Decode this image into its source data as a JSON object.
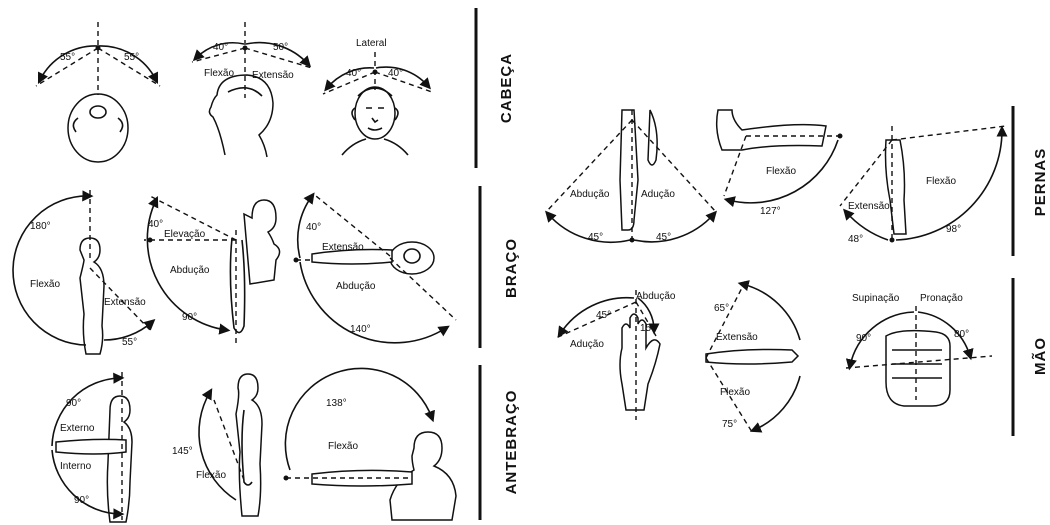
{
  "sections": {
    "cabeca": "CABEÇA",
    "braco": "BRAÇO",
    "antebraco": "ANTEBRAÇO",
    "pernas": "PERNAS",
    "mao": "MÃO"
  },
  "cabeca": {
    "top_left": "55°",
    "top_right": "55°",
    "side_left": "40°",
    "side_right": "50°",
    "flexao": "Flexão",
    "extensao": "Extensão",
    "lateral": "Lateral",
    "front_left": "40°",
    "front_right": "40°"
  },
  "braco": {
    "a180": "180°",
    "flexao": "Flexão",
    "extensao": "Extensão",
    "a55": "55°",
    "a40_elev": "40°",
    "elevacao": "Elevação",
    "abducao": "Abdução",
    "a90": "90°",
    "a40_ext": "40°",
    "extensao2": "Extensão",
    "abducao2": "Abdução",
    "a140": "140°"
  },
  "antebraco": {
    "a90_top": "90°",
    "externo": "Externo",
    "interno": "Interno",
    "a90_bot": "90°",
    "a145": "145°",
    "flexao": "Flexão",
    "a138": "138°",
    "flexao2": "Flexão"
  },
  "pernas": {
    "abducao": "Abdução",
    "aducao": "Adução",
    "a45_left": "45°",
    "a45_right": "45°",
    "flexao": "Flexão",
    "a127": "127°",
    "extensao": "Extensão",
    "flexao2": "Flexão",
    "a48": "48°",
    "a98": "98°"
  },
  "mao": {
    "abducao": "Abdução",
    "a45": "45°",
    "a15": "15°",
    "aducao": "Adução",
    "a65": "65°",
    "extensao": "Extensão",
    "flexao": "Flexão",
    "a75": "75°",
    "supinacao": "Supinação",
    "pronacao": "Pronação",
    "a90": "90°",
    "a80": "80°"
  }
}
